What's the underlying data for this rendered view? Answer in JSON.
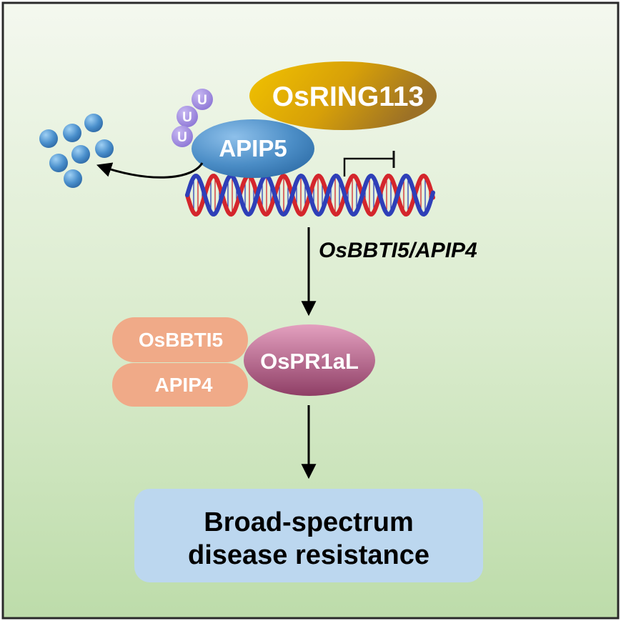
{
  "proteins": {
    "e3_ligase": "OsRING113",
    "target": "APIP5",
    "ubiquitin": [
      "U",
      "U",
      "U"
    ],
    "complex_partners": [
      "OsBBTI5",
      "APIP4"
    ],
    "pr_protein": "OsPR1aL"
  },
  "genes": {
    "target_genes": "OsBBTI5/APIP4"
  },
  "outcome": {
    "line1": "Broad-spectrum",
    "line2": "disease resistance"
  },
  "colors": {
    "background_top": "#f3f7ee",
    "background_bottom": "#bcdcaa",
    "osring113": "#d8a300",
    "apip5": "#4f90c8",
    "ubiquitin": "#9b86dd",
    "degraded_spheres": "#4a8fcc",
    "dna_red": "#d4262c",
    "dna_blue": "#2e3fb8",
    "partners": "#f0aa88",
    "ospr1al": "#c06a94",
    "result_box": "#bcd7ef"
  }
}
